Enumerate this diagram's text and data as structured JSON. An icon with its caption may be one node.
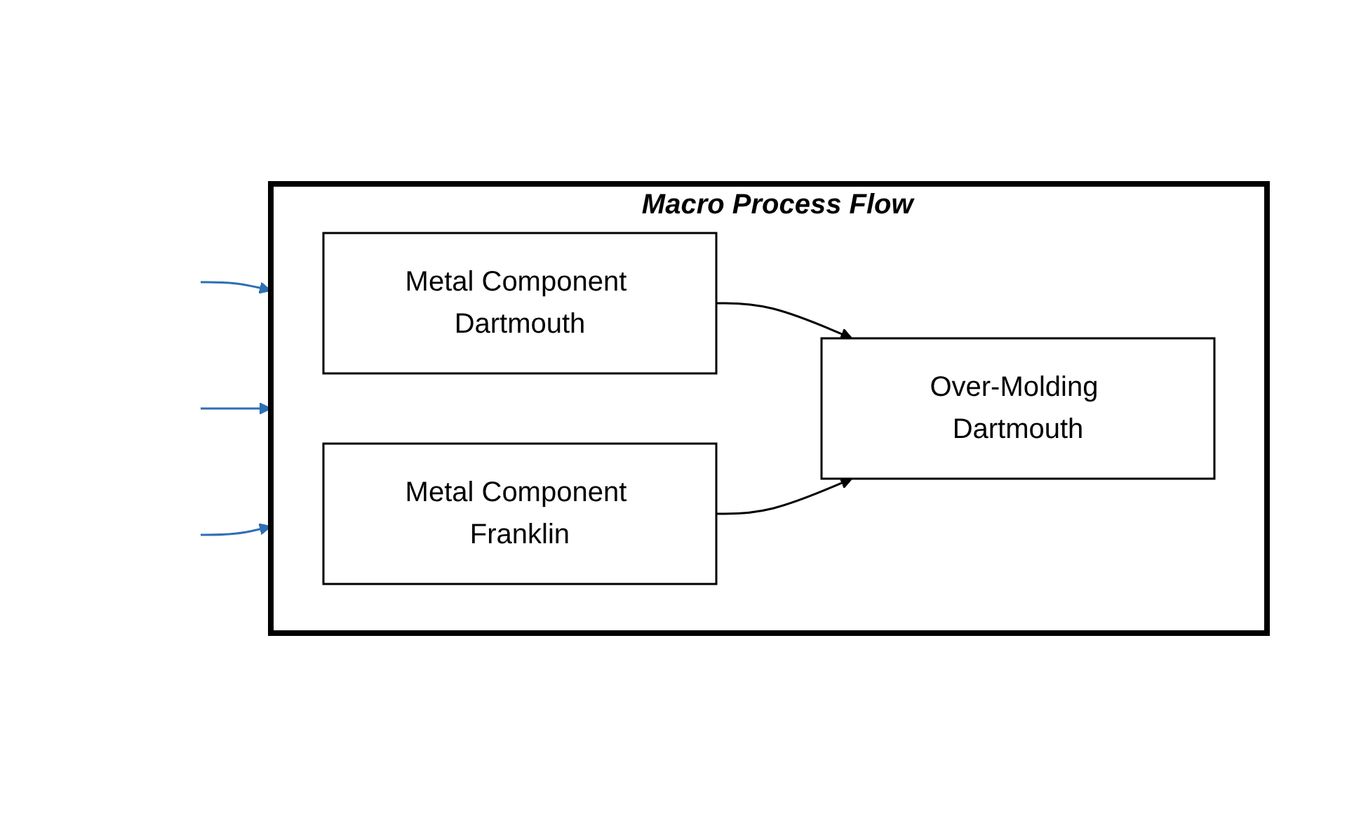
{
  "diagram": {
    "nodes": [
      {
        "text": [
          "Macro Process Flow"
        ]
      },
      {
        "text": [
          "Metal Component Dartmouth"
        ],
        "in": 0
      },
      {
        "text": [
          "Metal Component Franklin"
        ],
        "in": 0
      },
      {
        "text": [
          "Over-Molding Dartmouth"
        ],
        "in": 0
      }
    ],
    "edges": [
      {
        "from": 1,
        "to": 3,
        "arrow": "to",
        "color": "#000000"
      },
      {
        "from": 2,
        "to": 3,
        "arrow": "to",
        "color": "#000000"
      },
      {
        "from": null,
        "to": 0,
        "arrow": "to"
      },
      {
        "from": null,
        "to": 0,
        "arrow": "to"
      },
      {
        "from": null,
        "to": 0,
        "arrow": "to"
      }
    ]
  }
}
